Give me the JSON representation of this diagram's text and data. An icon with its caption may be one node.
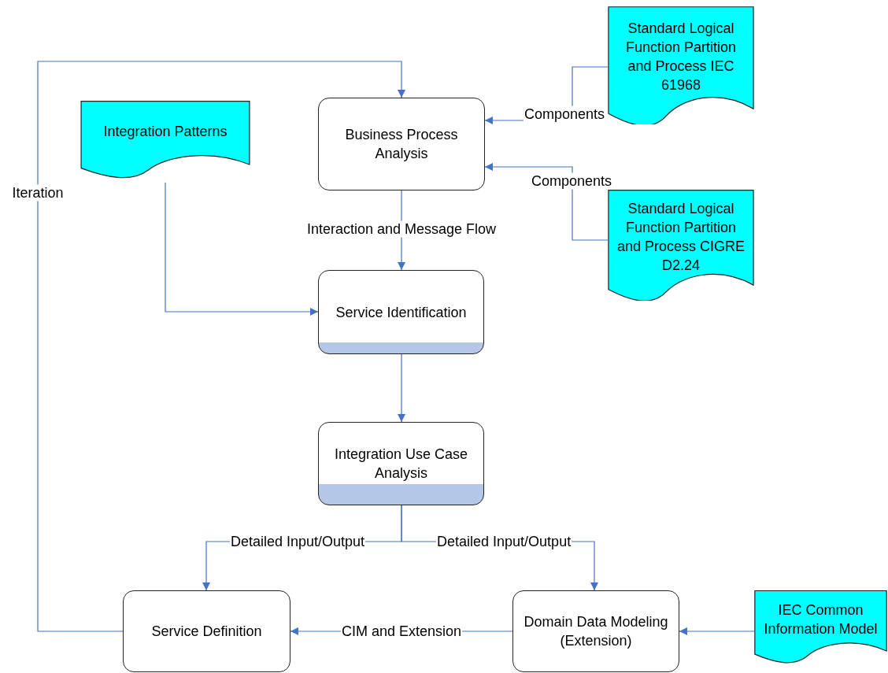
{
  "diagram": {
    "nodes": [
      {
        "text": [
          "Standard Logical Function Partition and Process IEC 61968"
        ]
      },
      {
        "text": [
          "Integration Patterns"
        ]
      },
      {
        "text": [
          "Business Process Analysis"
        ]
      },
      {
        "text": [
          "Standard Logical Function Partition and Process CIGRE D2.24"
        ]
      },
      {
        "text": [
          "Service Identification"
        ]
      },
      {
        "text": [
          "Integration Use Case Analysis"
        ]
      },
      {
        "text": [
          "Service Definition"
        ]
      },
      {
        "text": [
          "Domain Data Modeling (Extension)"
        ]
      },
      {
        "text": [
          "IEC Common Information Model"
        ]
      }
    ],
    "edges": [
      {
        "from": 6,
        "to": 2,
        "arrow": "to",
        "label": "Iteration"
      },
      {
        "from": 0,
        "to": 2,
        "arrow": "to",
        "label": "Components"
      },
      {
        "from": 3,
        "to": 2,
        "arrow": "to",
        "label": "Components"
      },
      {
        "from": 2,
        "to": 4,
        "arrow": "to",
        "label": "Interaction and Message Flow"
      },
      {
        "from": 1,
        "to": 4,
        "arrow": "to"
      },
      {
        "from": 4,
        "to": 5,
        "arrow": "to"
      },
      {
        "from": 5,
        "to": 6,
        "arrow": "to",
        "label": "Detailed Input/Output"
      },
      {
        "from": 5,
        "to": 7,
        "arrow": "to",
        "label": "Detailed Input/Output"
      },
      {
        "from": 7,
        "to": 6,
        "arrow": "to",
        "label": "CIM and Extension"
      },
      {
        "from": 8,
        "to": 7,
        "arrow": "to"
      }
    ]
  }
}
